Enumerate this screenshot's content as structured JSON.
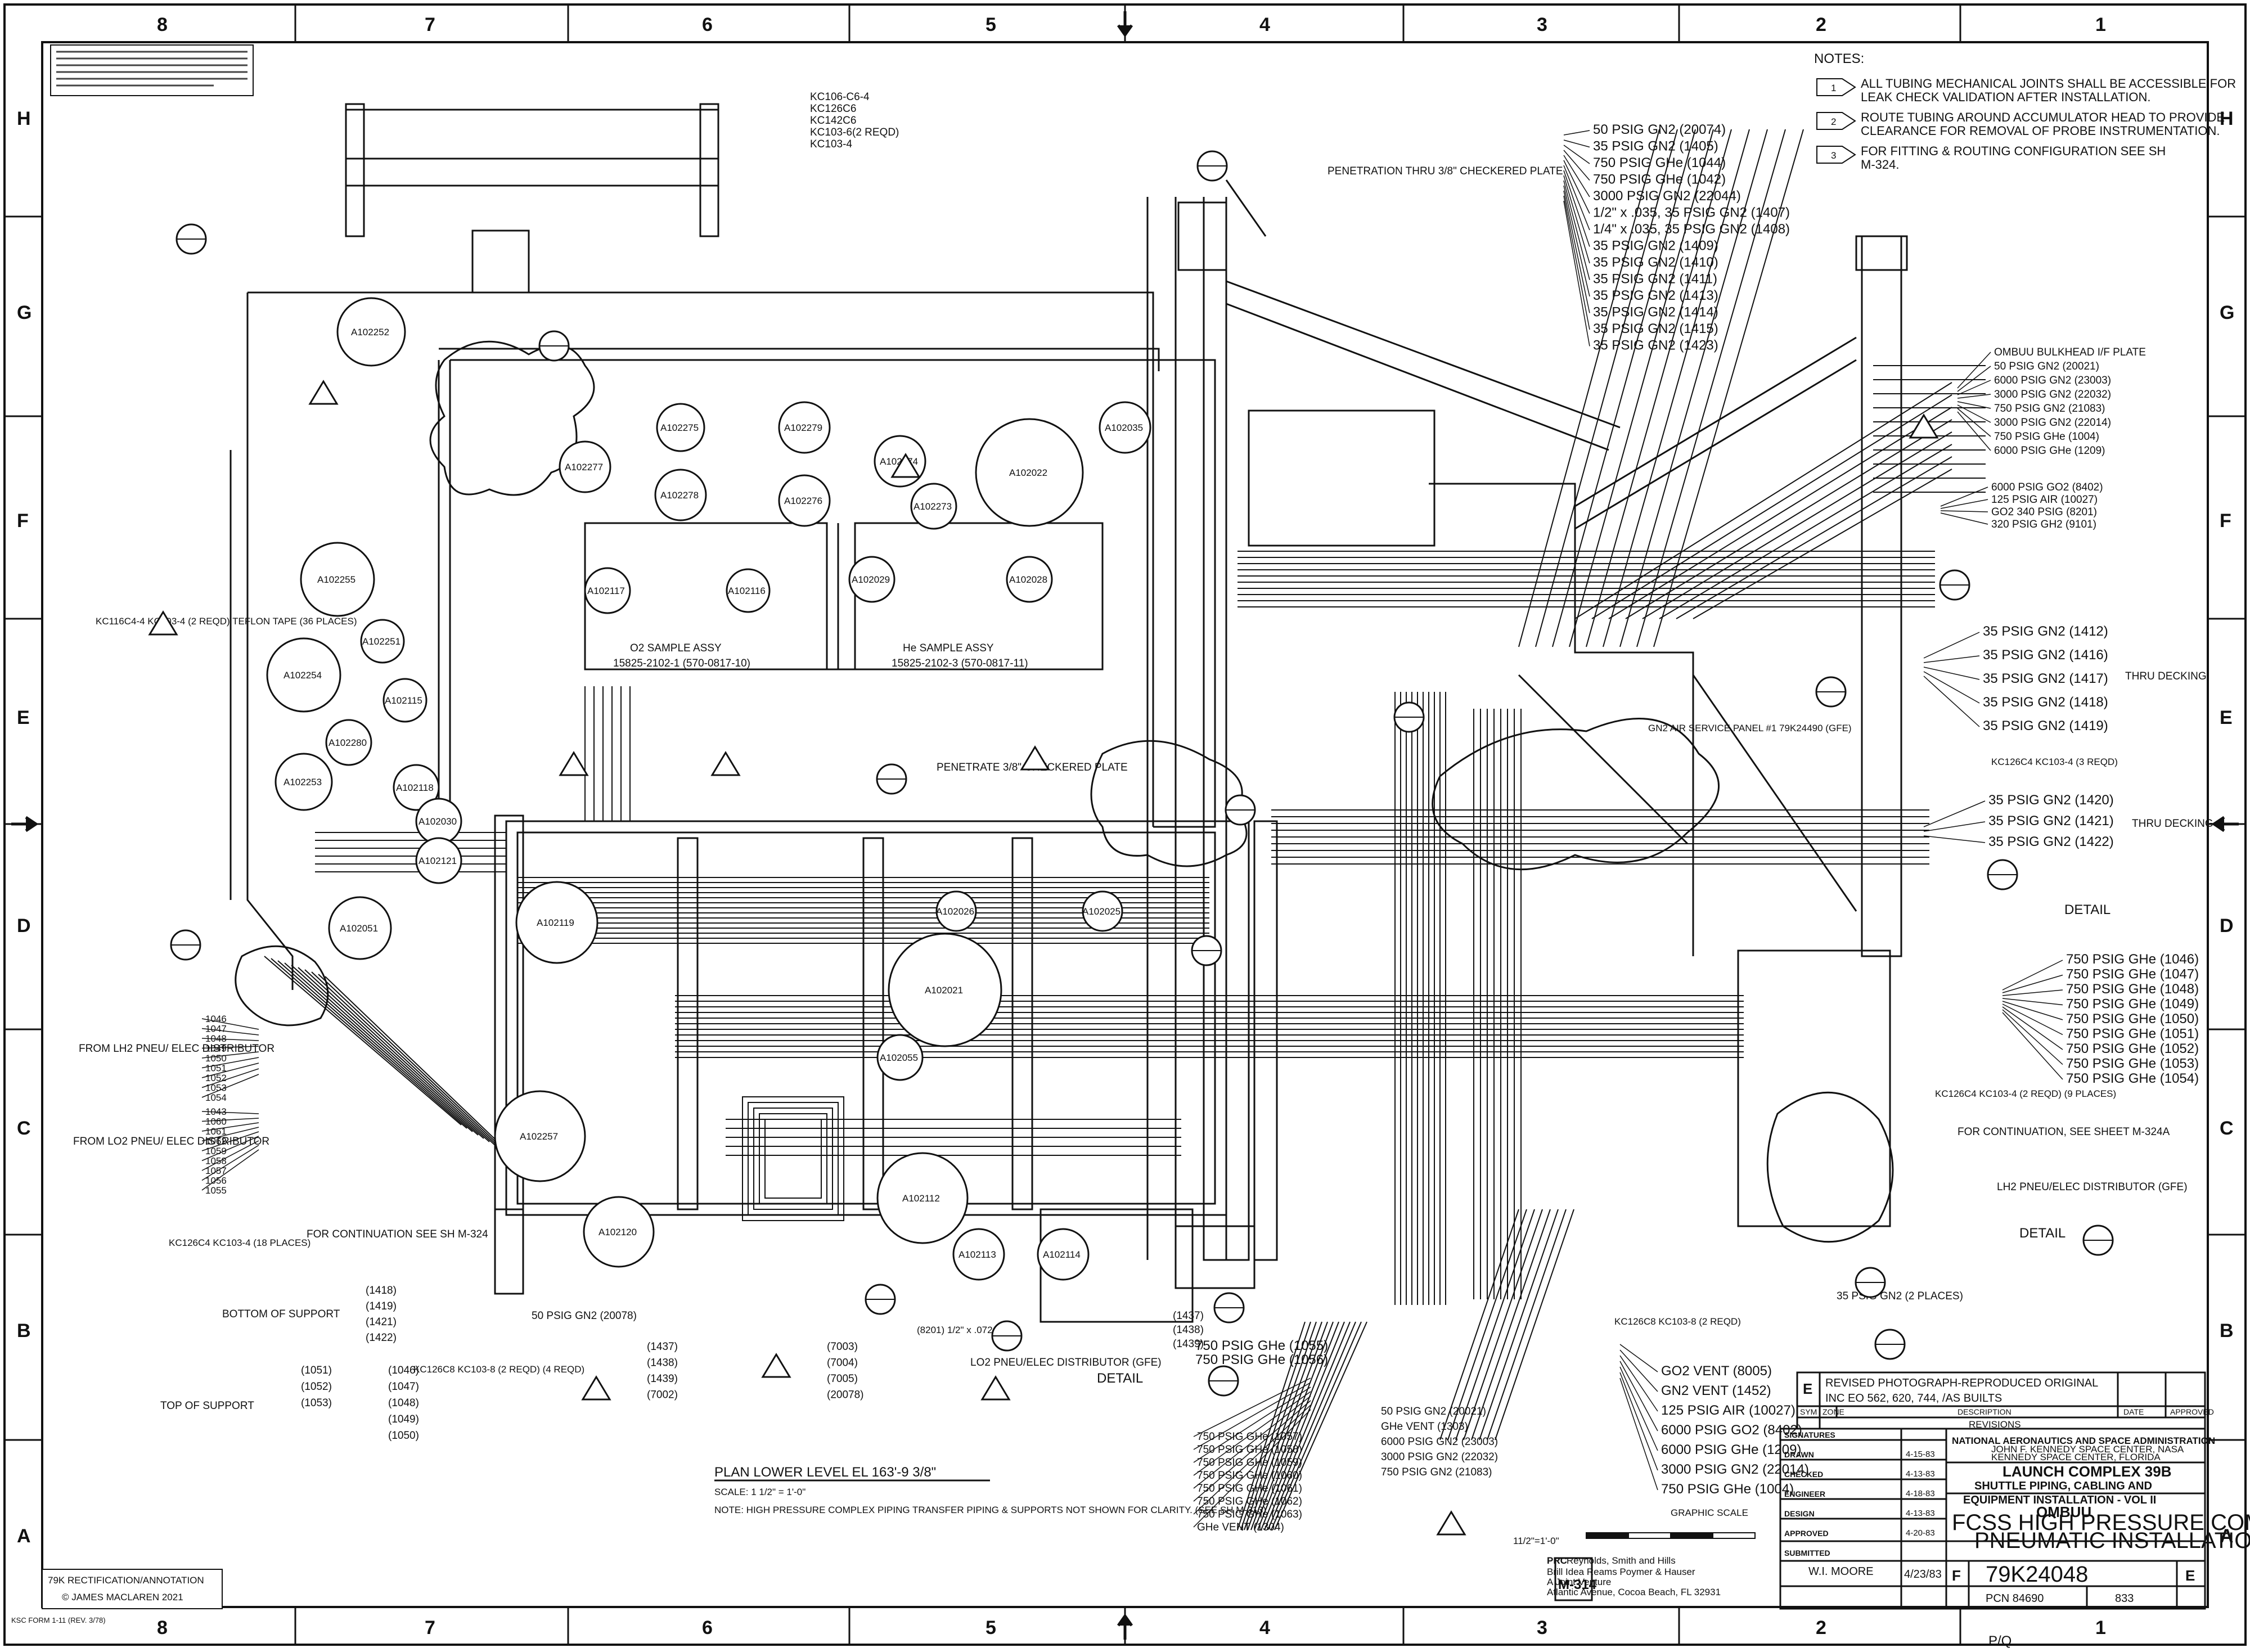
{
  "zone_numbers": [
    "8",
    "7",
    "6",
    "5",
    "4",
    "3",
    "2",
    "1"
  ],
  "zone_letters": [
    "H",
    "G",
    "F",
    "E",
    "D",
    "C",
    "B",
    "A"
  ],
  "notes": {
    "heading": "NOTES:",
    "items": [
      {
        "flag": "1",
        "text1": "ALL TUBING MECHANICAL JOINTS SHALL BE ACCESSIBLE FOR",
        "text2": "LEAK CHECK VALIDATION AFTER INSTALLATION."
      },
      {
        "flag": "2",
        "text1": "ROUTE TUBING AROUND ACCUMULATOR HEAD TO PROVIDE",
        "text2": "CLEARANCE FOR REMOVAL OF PROBE INSTRUMENTATION."
      },
      {
        "flag": "3",
        "text1": "FOR FITTING & ROUTING CONFIGURATION SEE SH",
        "text2": "M-324."
      }
    ]
  },
  "top_right_callouts": [
    "50 PSIG GN2 (20074)",
    "35 PSIG GN2 (1405)",
    "750 PSIG GHe (1044)",
    "750 PSIG GHe (1042)",
    "3000 PSIG GN2 (22044)",
    "1/2\" x .035, 35 PSIG GN2 (1407)",
    "1/4\" x .035, 35 PSIG GN2 (1408)",
    "35 PSIG GN2 (1409)",
    "35 PSIG GN2 (1410)",
    "35 PSIG GN2 (1411)",
    "35 PSIG GN2 (1413)",
    "35 PSIG GN2 (1414)",
    "35 PSIG GN2 (1415)",
    "35 PSIG GN2 (1423)"
  ],
  "bulkhead_callouts": [
    "OMBUU BULKHEAD I/F PLATE",
    "50 PSIG GN2 (20021)",
    "6000 PSIG GN2 (23003)",
    "3000 PSIG GN2 (22032)",
    "750 PSIG GN2 (21083)",
    "3000 PSIG GN2 (22014)",
    "750 PSIG GHe (1004)",
    "6000 PSIG GHe (1209)"
  ],
  "right_mid_callouts": [
    "6000 PSIG GO2 (8402)",
    "125 PSIG AIR (10027)",
    "GO2 340 PSIG (8201)",
    "320 PSIG GH2 (9101)"
  ],
  "thru_decking_1": [
    "35 PSIG GN2 (1412)",
    "35 PSIG GN2 (1416)",
    "35 PSIG GN2 (1417)",
    "35 PSIG GN2 (1418)",
    "35 PSIG GN2 (1419)"
  ],
  "thru_decking_2": [
    "35 PSIG GN2 (1420)",
    "35 PSIG GN2 (1421)",
    "35 PSIG GN2 (1422)"
  ],
  "thru_decking_label": "THRU DECKING",
  "kc_right": "KC126C4 KC103-4 (3 REQD)",
  "detail_g": "DETAIL",
  "ghe_right": [
    "750 PSIG GHe (1046)",
    "750 PSIG GHe (1047)",
    "750 PSIG GHe (1048)",
    "750 PSIG GHe (1049)",
    "750 PSIG GHe (1050)",
    "750 PSIG GHe (1051)",
    "750 PSIG GHe (1052)",
    "750 PSIG GHe (1053)",
    "750 PSIG GHe (1054)"
  ],
  "kc_right2": "KC126C4 KC103-4 (2 REQD) (9 PLACES)",
  "continuation_right": "FOR CONTINUATION, SEE SHEET M-324A",
  "lh2_pneu": "LH2 PNEU/ELEC DISTRIBUTOR (GFE)",
  "detail_b": "DETAIL",
  "kc_top": [
    "KC106-C6-4",
    "KC126C6",
    "KC142C6",
    "KC103-6(2 REQD)",
    "KC103-4"
  ],
  "penetration_top": "PENETRATION THRU 3/8\" CHECKERED PLATE",
  "penetrate_mid": "PENETRATE 3/8\" CHECKERED PLATE",
  "sample_o2": "O2 SAMPLE ASSY",
  "sample_o2_pn": "15825-2102-1 (570-0817-10)",
  "sample_he": "He SAMPLE ASSY",
  "sample_he_pn": "15825-2102-3 (570-0817-11)",
  "gn2_service": "GN2 AIR SERVICE PANEL #1 79K24490 (GFE)",
  "kc_left": "KC116C4-4 KC103-4 (2 REQD) TEFLON TAPE (36 PLACES)",
  "lh2_left": "FROM LH2 PNEU/ ELEC DISTRIBUTOR",
  "lo2_left": "FROM LO2 PNEU/ ELEC DISTRIBUTOR",
  "lh2_nums": [
    "1046",
    "1047",
    "1048",
    "1049",
    "1050",
    "1051",
    "1052",
    "1053",
    "1054"
  ],
  "lo2_nums": [
    "1043",
    "1060",
    "1061",
    "1062",
    "1059",
    "1058",
    "1057",
    "1056",
    "1055"
  ],
  "kc_left2": "KC126C4 KC103-4 (18 PLACES)",
  "continuation_left": "FOR CONTINUATION SEE SH M-324",
  "bottom_support": "BOTTOM OF SUPPORT",
  "bottom_support_nums": [
    "(1418)",
    "(1419)",
    "(1421)",
    "(1422)"
  ],
  "top_support": "TOP OF SUPPORT",
  "top_support_nums_a": [
    "(1051)",
    "(1052)",
    "(1053)"
  ],
  "top_support_nums_b": [
    "(1046)",
    "(1047)",
    "(1048)",
    "(1049)",
    "(1050)"
  ],
  "kc_bottom": "KC126C8 KC103-8 (2 REQD) (4 REQD)",
  "gn2_20078": "50 PSIG GN2 (20078)",
  "bottom_mid_nums": [
    "(1437)",
    "(1438)",
    "(1439)",
    "(7002)"
  ],
  "bottom_mid_nums2": [
    "(7003)",
    "(7004)",
    "(7005)",
    "(20078)"
  ],
  "tube_8201": "(8201) 1/2\" x .072 TUBE",
  "lo2_pneu": "LO2 PNEU/ELEC DISTRIBUTOR (GFE)",
  "detail_m": "DETAIL",
  "plan_title": "PLAN LOWER LEVEL EL 163'-9 3/8\"",
  "plan_scale": "SCALE: 1 1/2\" = 1'-0\"",
  "plan_note": "NOTE: HIGH PRESSURE COMPLEX PIPING TRANSFER PIPING & SUPPORTS NOT SHOWN FOR CLARITY. (SEE SH M-313)",
  "ghe_bottom": [
    "750 PSIG GHe (1057)",
    "750 PSIG GHe (1058)",
    "750 PSIG GHe (1059)",
    "750 PSIG GHe (1060)",
    "750 PSIG GHe (1061)",
    "750 PSIG GHe (1062)",
    "750 PSIG GHe (1063)",
    "GHe VENT (1304)"
  ],
  "gn2_bottom": [
    "50 PSIG GN2 (20021)",
    "GHe VENT (1303)",
    "6000 PSIG GN2 (23003)",
    "3000 PSIG GN2 (22032)",
    "750 PSIG GN2 (21083)"
  ],
  "right_bottom": [
    "GO2 VENT (8005)",
    "GN2 VENT (1452)",
    "125 PSIG AIR (10027)",
    "6000 PSIG GO2 (8402)",
    "6000 PSIG GHe (1209)",
    "3000 PSIG GN2 (22014)",
    "750 PSIG GHe (1004)"
  ],
  "fasb_nums": [
    "(1437)",
    "(1438)",
    "(1439)"
  ],
  "ghe_1055": "750 PSIG GHe (1055)",
  "ghe_1056": "750 PSIG GHe (1056)",
  "kc_c8": "KC126C8 KC103-8 (2 REQD)",
  "gn2_35": "35 PSIG GN2 (2 PLACES)",
  "components": [
    "A102252",
    "A102275",
    "A102277",
    "A102278",
    "A102276",
    "A102279",
    "A102274",
    "A102022",
    "A102035",
    "A102273",
    "A102117",
    "A102116",
    "A102029",
    "A102028",
    "A102255",
    "A102254",
    "A102251",
    "A102115",
    "A102280",
    "A102253",
    "A102118",
    "A102030",
    "A102121",
    "A102119",
    "A102026",
    "A102025",
    "A102021",
    "A102051",
    "A102257",
    "A102055",
    "A102112",
    "A102120",
    "A102113",
    "A102114"
  ],
  "revision_box": {
    "rev": "E",
    "desc1": "REVISED PHOTOGRAPH-REPRODUCED ORIGINAL",
    "desc2": "INC EO 562, 620, 744, /AS BUILTS",
    "header": [
      "SYM",
      "ZONE",
      "DESCRIPTION",
      "DATE",
      "APPROVED"
    ],
    "revisions": "REVISIONS"
  },
  "title_block": {
    "agency": "NATIONAL AERONAUTICS AND SPACE ADMINISTRATION",
    "agency2": "JOHN F. KENNEDY SPACE CENTER, NASA",
    "agency3": "KENNEDY SPACE CENTER, FLORIDA",
    "complex": "LAUNCH COMPLEX 39B",
    "title1": "SHUTTLE PIPING, CABLING AND",
    "title2": "EQUIPMENT INSTALLATION - VOL II",
    "ombuu": "OMBUU",
    "fcss1": "FCSS HIGH PRESSURE COMPLEX",
    "fcss2": "PNEUMATIC INSTALLATION",
    "sig_labels": [
      "SIGNATURES",
      "DRAWN",
      "CHECKED",
      "ENGINEER",
      "DESIGN",
      "APPROVED",
      "SUBMITTED"
    ],
    "dates": [
      "4-15-83",
      "4-13-83",
      "4-18-83",
      "4-13-83",
      "4-20-83"
    ],
    "approved": "W.I. MOORE",
    "approved_date": "4/23/83",
    "size": "F",
    "code": "PCN 84690",
    "dwg_no": "79K24048",
    "sheet": "M-314",
    "rev": "E",
    "sheet_no": "833",
    "graphic_scale": "GRAPHIC SCALE",
    "scale_label": "11/2\"=1'-0\""
  },
  "prc": {
    "line1": "PRC",
    "line2": "Reynolds, Smith and Hills",
    "line3": "Brill Idea Reams Poymer & Hauser",
    "line4": "A Joint Venture",
    "line5": "Atlantic Avenue, Cocoa Beach, FL 32931"
  },
  "maclaren": {
    "line1": "79K RECTIFICATION/ANNOTATION",
    "line2": "© JAMES MACLAREN 2021"
  },
  "ksc_form": "KSC FORM 1-11 (REV. 3/78)",
  "pq": "P/Q",
  "colors": {
    "ink": "#111111",
    "paper": "#ffffff"
  }
}
